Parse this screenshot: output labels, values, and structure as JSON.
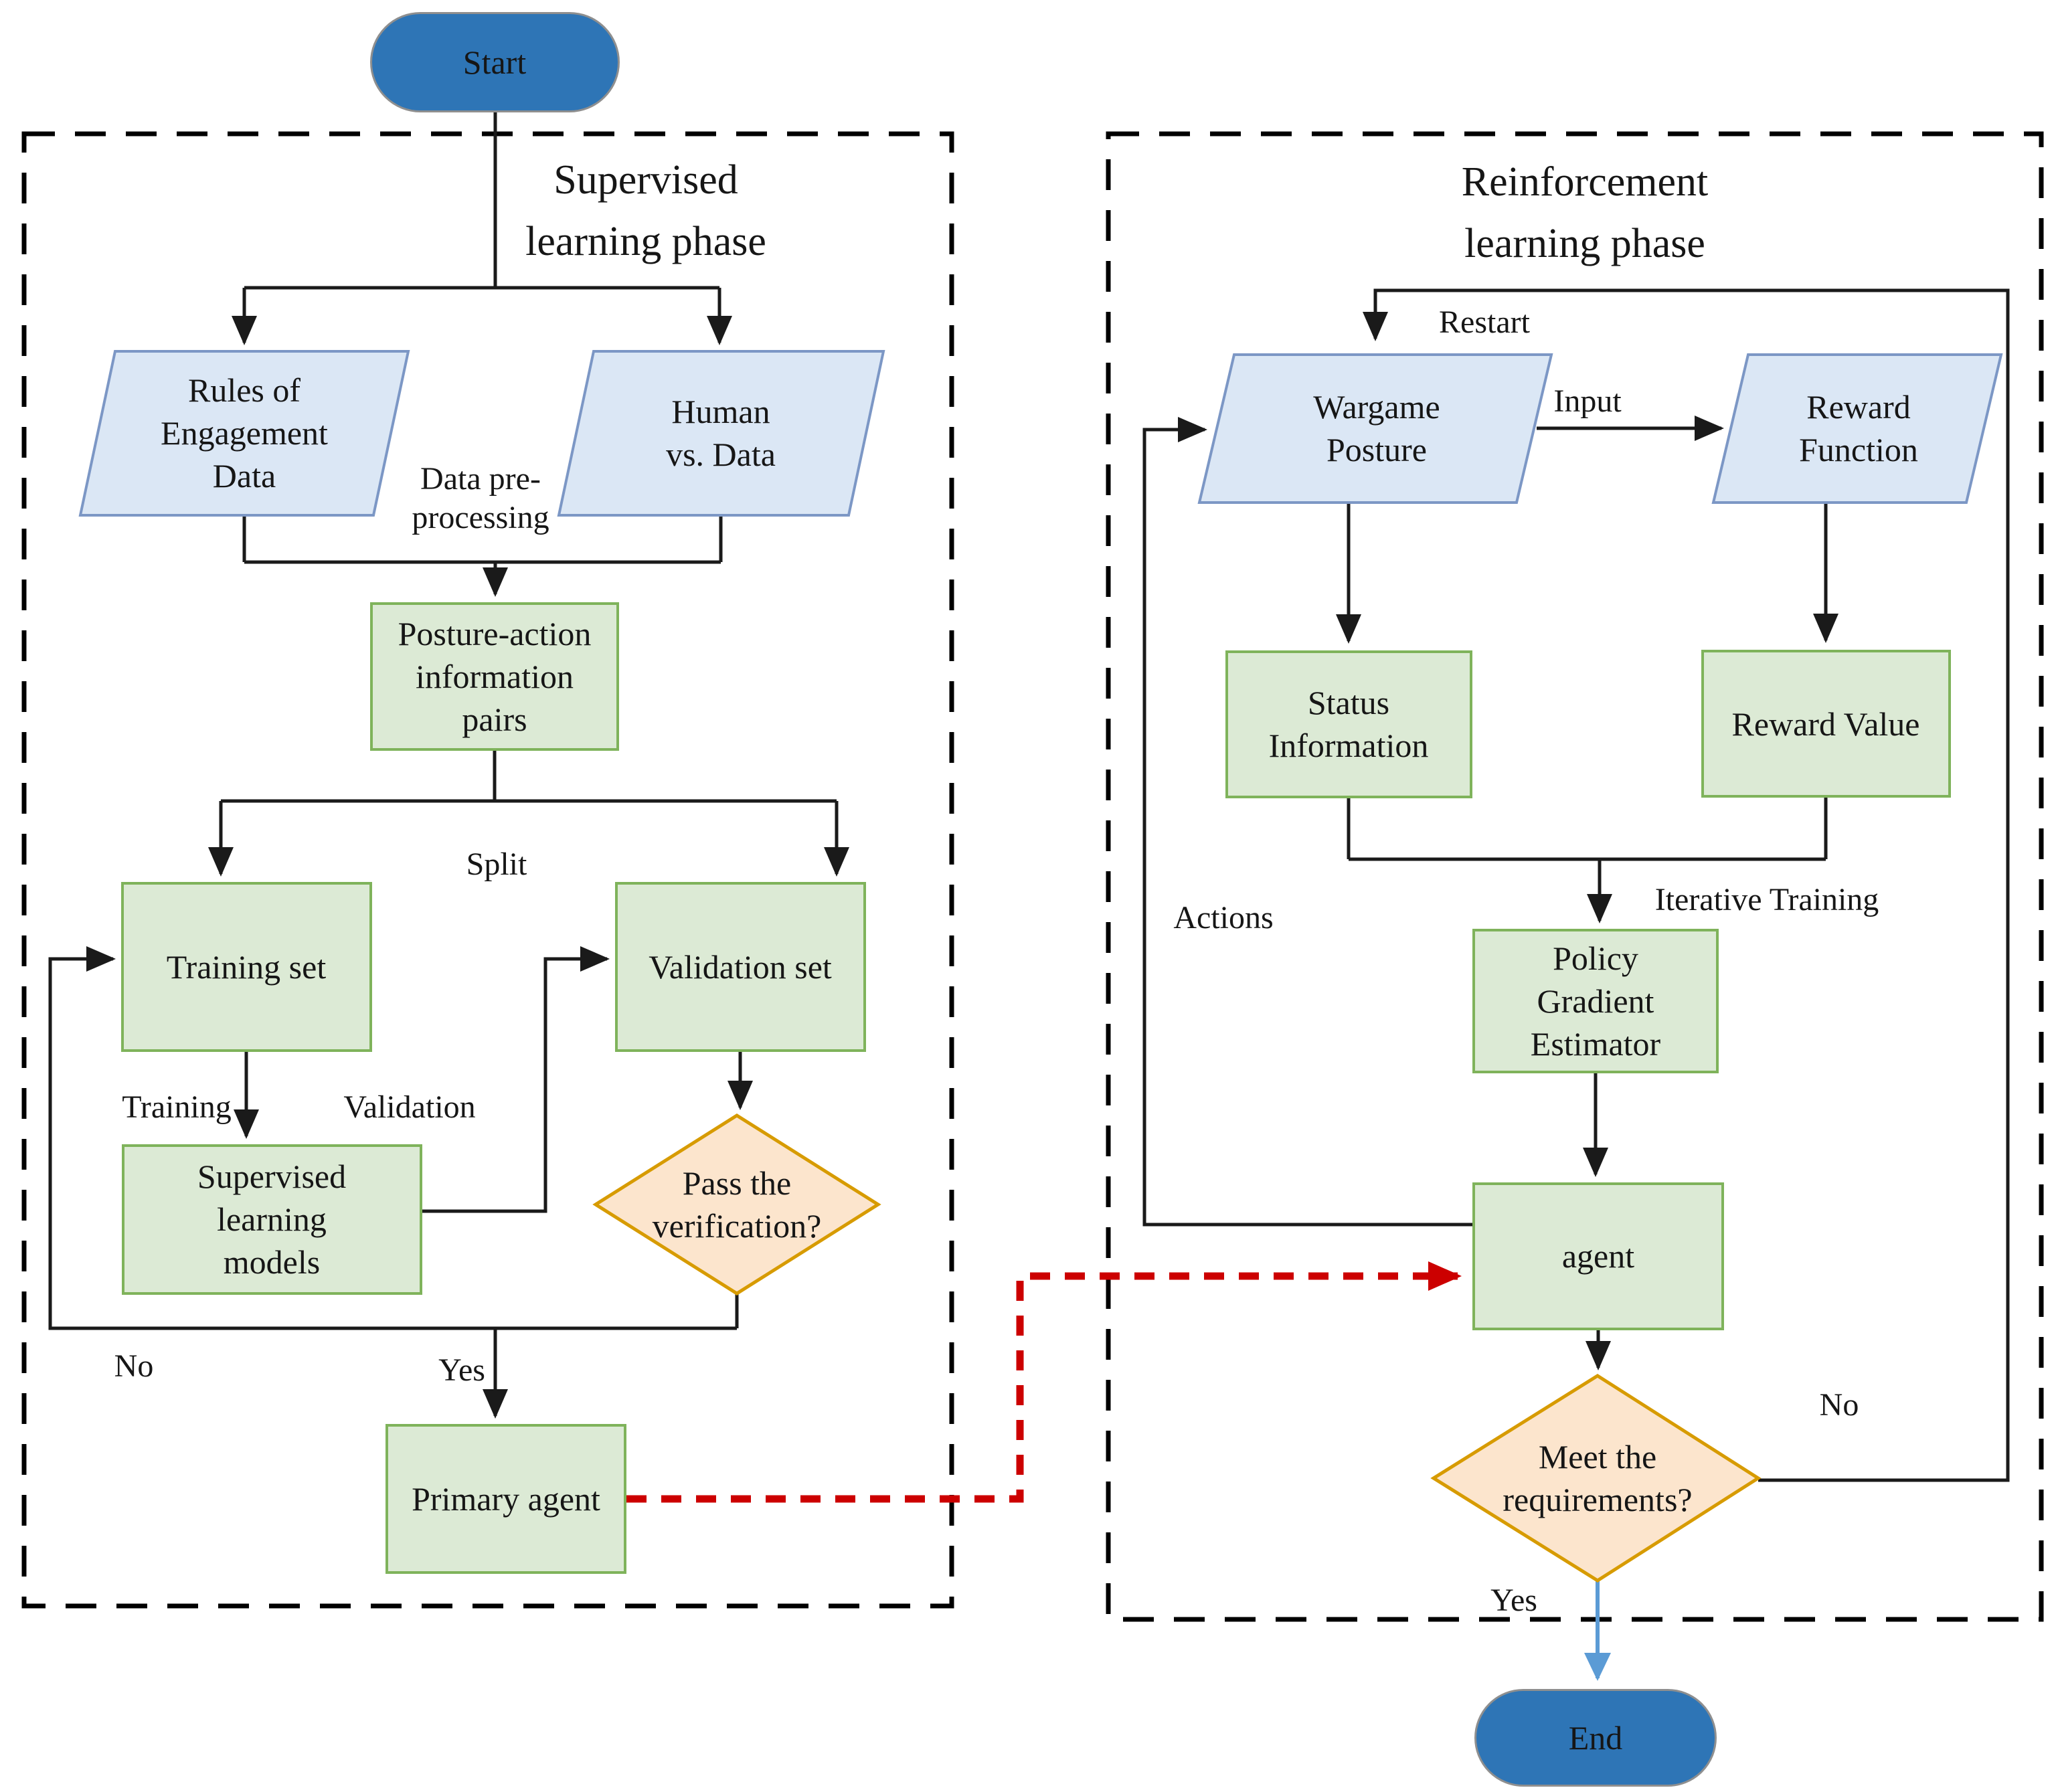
{
  "colors": {
    "terminal_fill": "#2e75b6",
    "process_fill": "#dcead5",
    "process_border": "#7fb35b",
    "data_fill": "#dbe7f5",
    "data_border": "#7c97c5",
    "decision_fill": "#fce5cd",
    "decision_border": "#d79b00",
    "line": "#1a1a1a",
    "red_dashed": "#cc0000",
    "end_arrow_blue": "#5b9bd5"
  },
  "phases": {
    "left_title": "Supervised\nlearning phase",
    "right_title": "Reinforcement\nlearning phase"
  },
  "nodes": {
    "start": "Start",
    "rules": "Rules of\nEngagement\nData",
    "human": "Human\nvs. Data",
    "pairs": "Posture-action\ninformation\npairs",
    "training_set": "Training set",
    "validation_set": "Validation set",
    "sl_models": "Supervised\nlearning\nmodels",
    "pass_check": "Pass the\nverification?",
    "primary_agent": "Primary agent",
    "wargame": "Wargame\nPosture",
    "reward_fn": "Reward\nFunction",
    "status_info": "Status\nInformation",
    "reward_value": "Reward Value",
    "pge": "Policy\nGradient\nEstimator",
    "agent": "agent",
    "meet_check": "Meet the\nrequirements?",
    "end": "End"
  },
  "edge_labels": {
    "data_pre": "Data pre-\nprocessing",
    "split": "Split",
    "training": "Training",
    "validation": "Validation",
    "no_left": "No",
    "yes_left": "Yes",
    "restart": "Restart",
    "input": "Input",
    "actions": "Actions",
    "iterative": "Iterative Training",
    "no_right": "No",
    "yes_right": "Yes"
  }
}
